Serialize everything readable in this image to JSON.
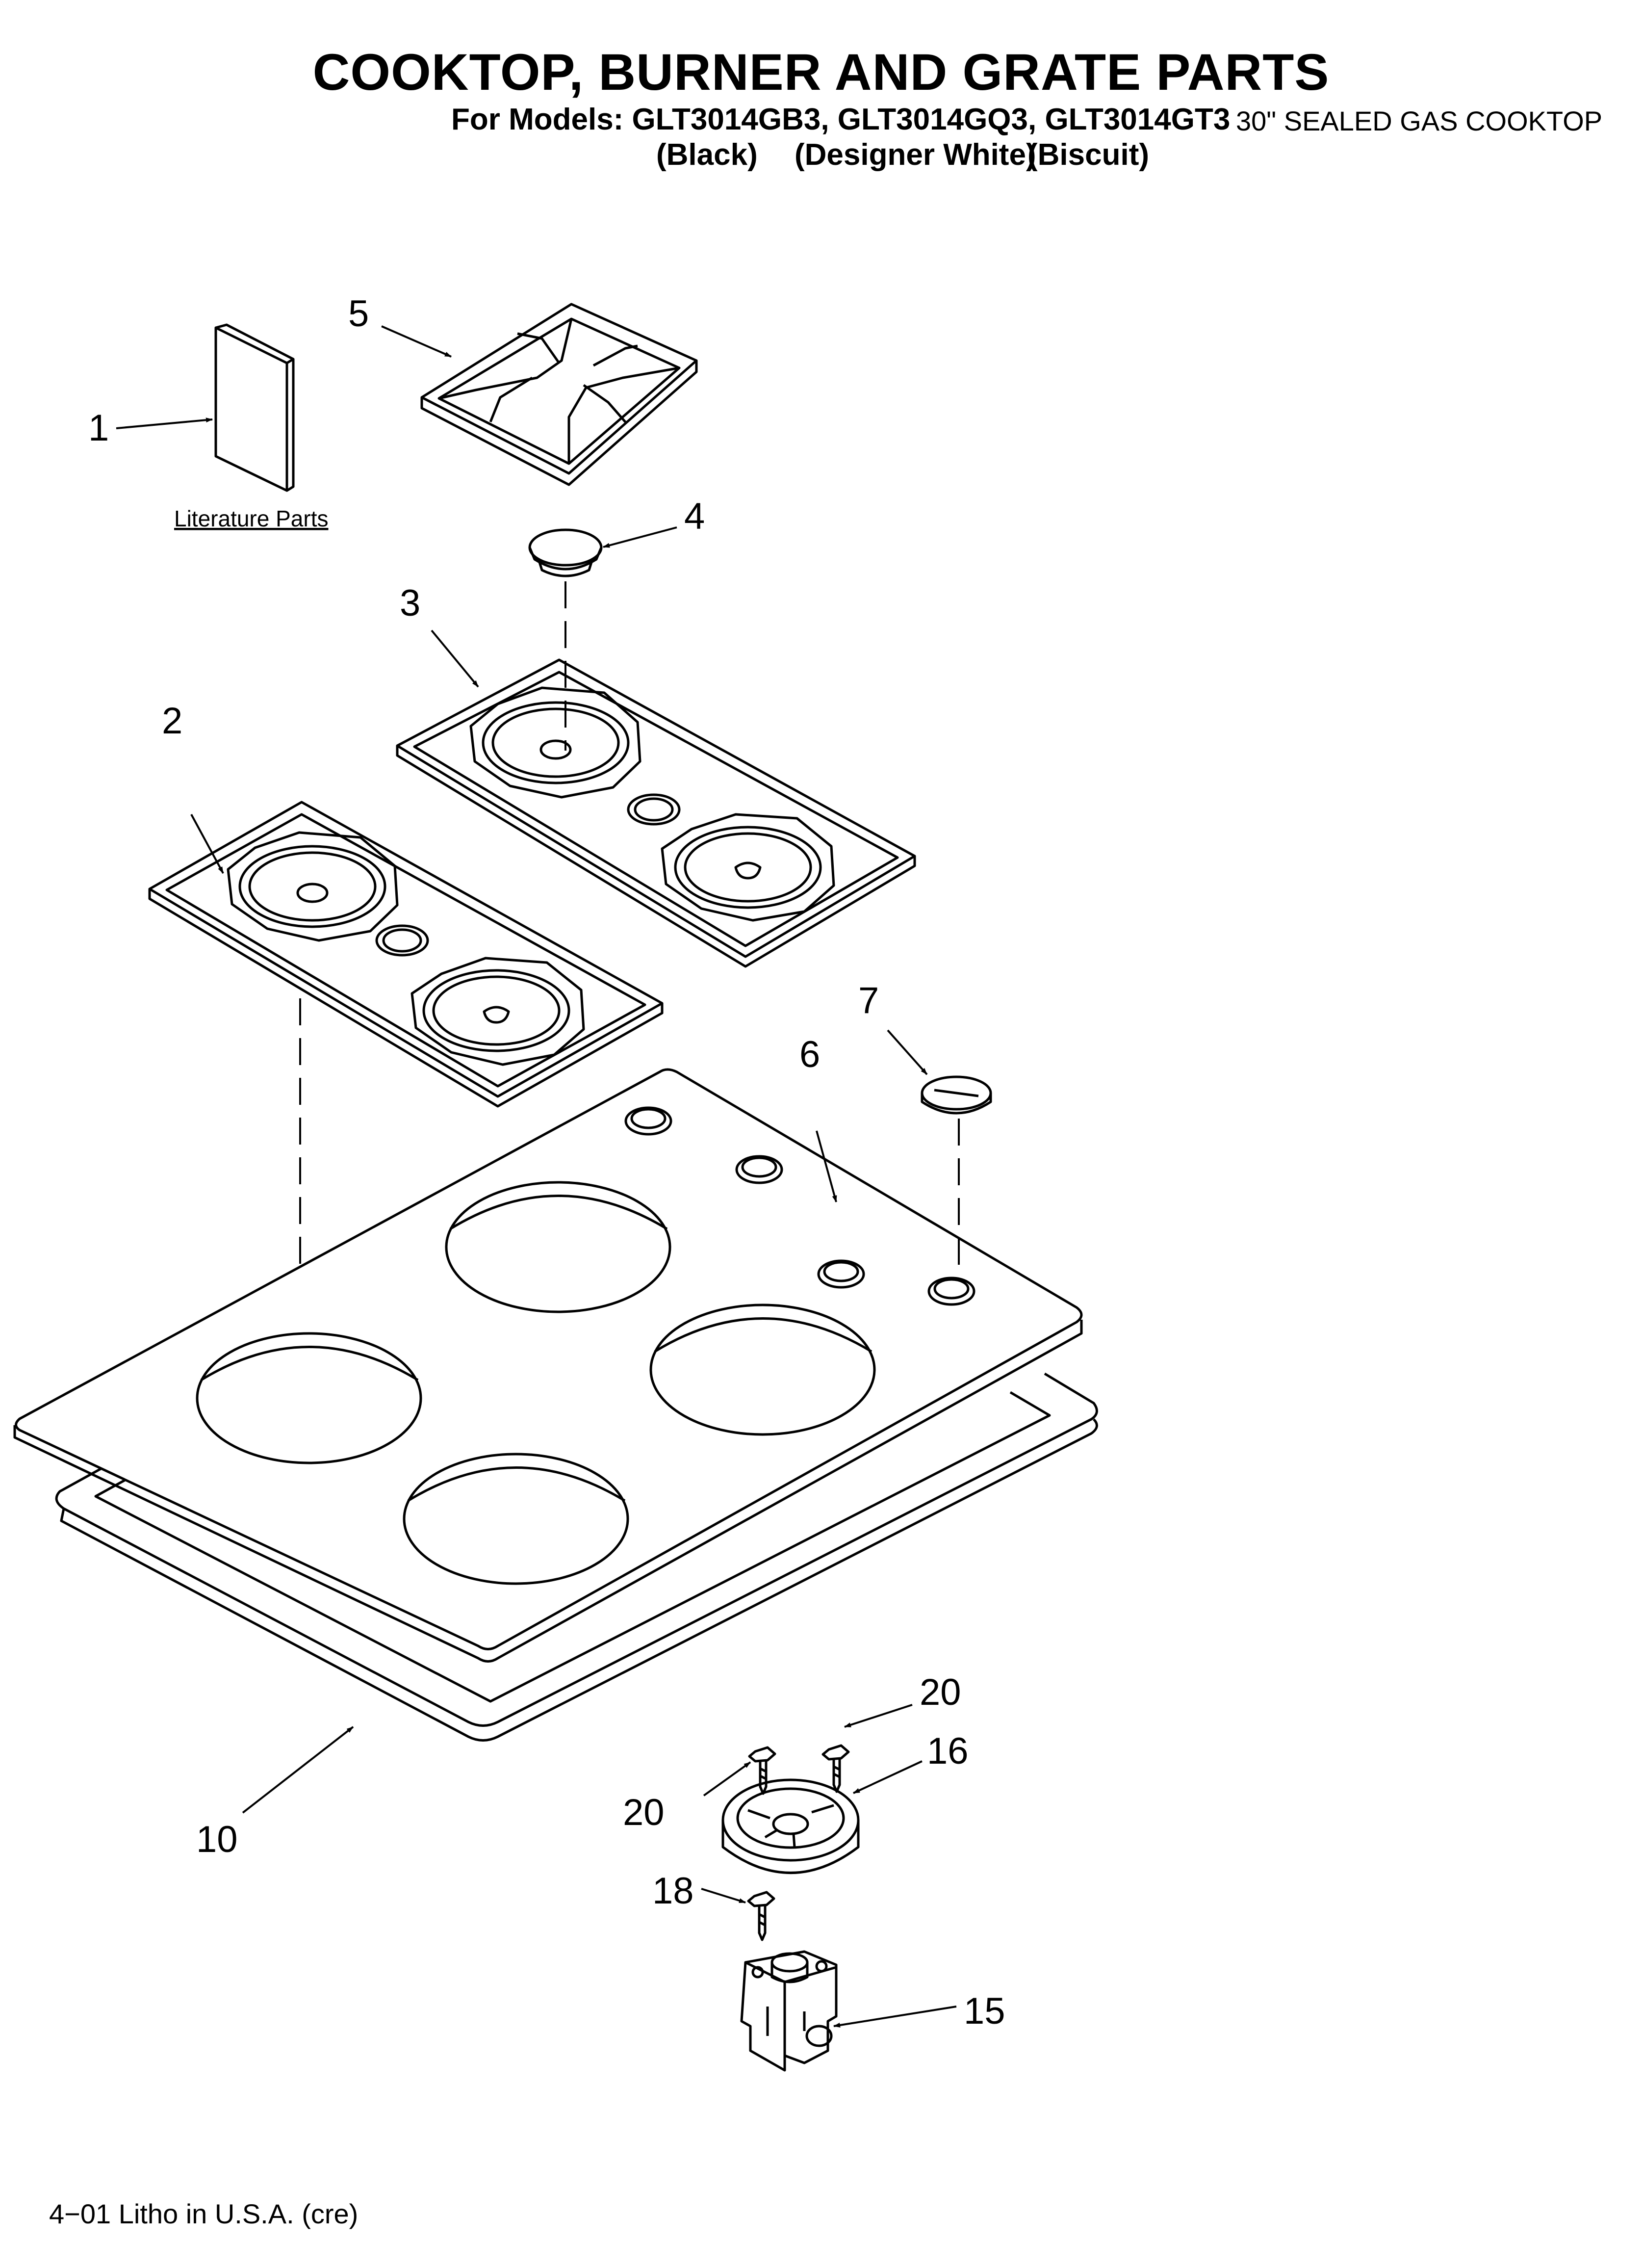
{
  "header": {
    "title": "COOKTOP, BURNER AND GRATE PARTS",
    "models": "For Models: GLT3014GB3, GLT3014GQ3, GLT3014GT3",
    "color_black": "(Black)",
    "color_white": "(Designer White)",
    "color_biscuit": "(Biscuit)",
    "subtitle": "30\" SEALED GAS COOKTOP"
  },
  "diagram": {
    "literature_label": "Literature Parts",
    "callouts": {
      "c1": "1",
      "c2": "2",
      "c3": "3",
      "c4": "4",
      "c5": "5",
      "c6": "6",
      "c7": "7",
      "c10": "10",
      "c15": "15",
      "c16": "16",
      "c18": "18",
      "c20a": "20",
      "c20b": "20"
    }
  },
  "footer": {
    "litho": "4−01 Litho in U.S.A. (cre)"
  }
}
